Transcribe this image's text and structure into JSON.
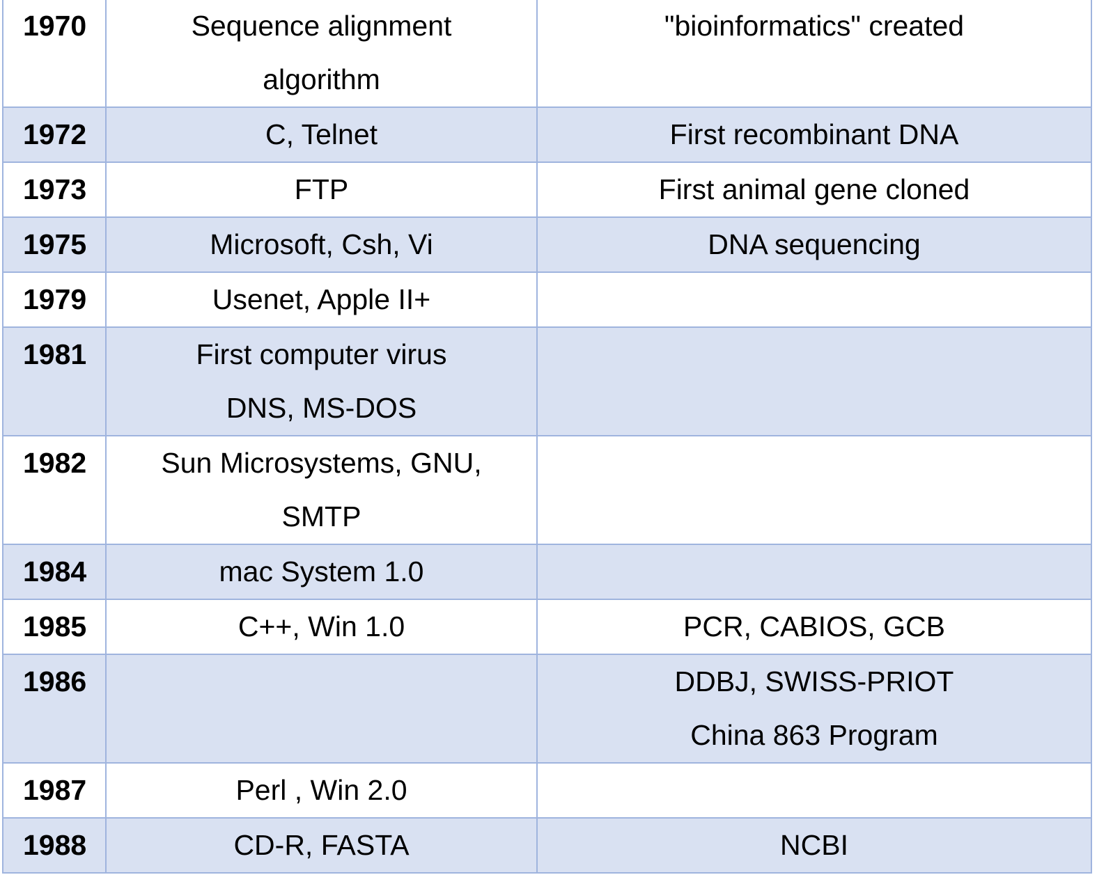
{
  "table": {
    "rows": [
      {
        "year": "1970",
        "computing": [
          "Sequence alignment",
          "algorithm"
        ],
        "biology": [
          "\"bioinformatics\" created"
        ]
      },
      {
        "year": "1972",
        "computing": [
          "C, Telnet"
        ],
        "biology": [
          "First recombinant DNA"
        ]
      },
      {
        "year": "1973",
        "computing": [
          "FTP"
        ],
        "biology": [
          "First animal gene cloned"
        ]
      },
      {
        "year": "1975",
        "computing": [
          "Microsoft, Csh, Vi"
        ],
        "biology": [
          "DNA sequencing"
        ]
      },
      {
        "year": "1979",
        "computing": [
          "Usenet, Apple II+"
        ],
        "biology": []
      },
      {
        "year": "1981",
        "computing": [
          "First computer virus",
          "DNS, MS-DOS"
        ],
        "biology": []
      },
      {
        "year": "1982",
        "computing": [
          "Sun Microsystems, GNU,",
          "SMTP"
        ],
        "biology": []
      },
      {
        "year": "1984",
        "computing": [
          "mac System 1.0"
        ],
        "biology": []
      },
      {
        "year": "1985",
        "computing": [
          "C++, Win 1.0"
        ],
        "biology": [
          "PCR, CABIOS, GCB"
        ]
      },
      {
        "year": "1986",
        "computing": [],
        "biology": [
          "DDBJ, SWISS-PRIOT",
          "China 863 Program"
        ]
      },
      {
        "year": "1987",
        "computing": [
          "Perl , Win 2.0"
        ],
        "biology": []
      },
      {
        "year": "1988",
        "computing": [
          "CD-R, FASTA"
        ],
        "biology": [
          "NCBI"
        ]
      }
    ]
  },
  "colors": {
    "border": "#9fb4de",
    "alt_row_background": "#d9e1f2",
    "row_background": "#ffffff",
    "text": "#000000"
  }
}
